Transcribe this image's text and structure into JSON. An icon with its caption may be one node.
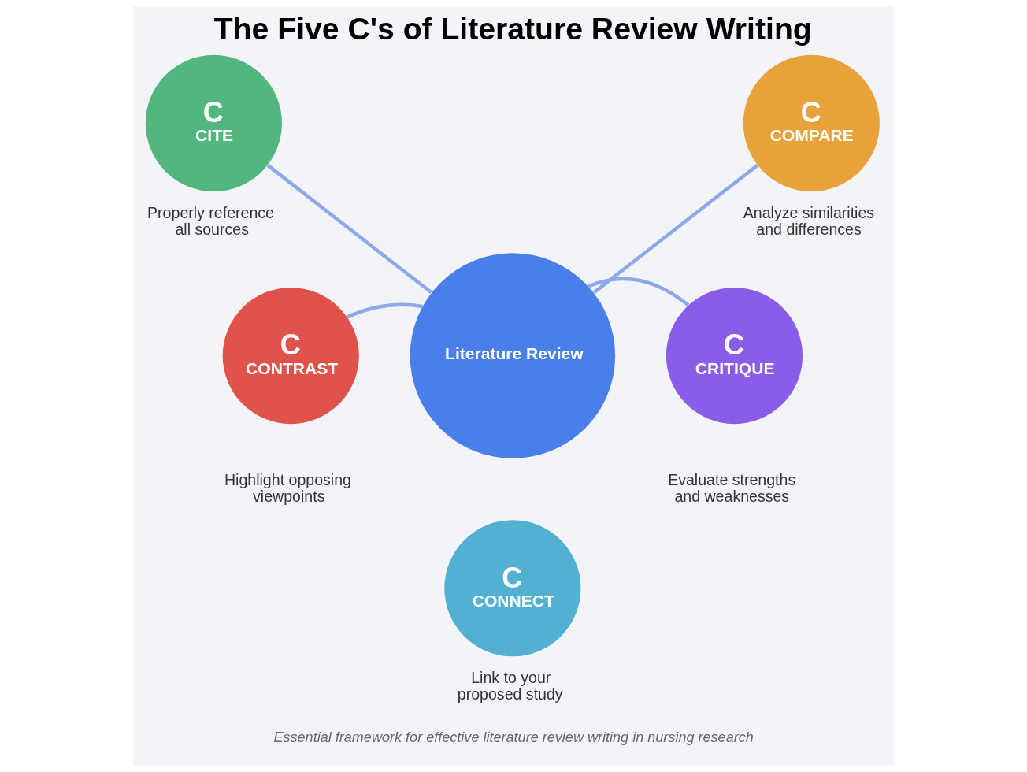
{
  "diagram": {
    "title": "The Five C's of Literature Review Writing",
    "caption": "Essential framework for effective literature review writing in nursing research",
    "nodes": [
      {
        "text": [
          "C",
          "CITE"
        ],
        "beside": [
          "Properly reference all sources"
        ]
      },
      {
        "text": [
          "C",
          "COMPARE"
        ],
        "beside": [
          "Analyze similarities and differences"
        ]
      },
      {
        "text": [
          "Literature Review"
        ]
      },
      {
        "text": [
          "C",
          "CONTRAST"
        ],
        "beside": [
          "Highlight opposing viewpoints"
        ]
      },
      {
        "text": [
          "C",
          "CRITIQUE"
        ],
        "beside": [
          "Evaluate strengths and weaknesses"
        ]
      },
      {
        "text": [
          "C",
          "CONNECT"
        ],
        "beside": [
          "Link to your proposed study"
        ]
      }
    ],
    "edges": [
      {
        "from": 2,
        "to": 0,
        "arrow": "none"
      },
      {
        "from": 2,
        "to": 1,
        "arrow": "none"
      },
      {
        "from": 2,
        "to": 3,
        "arrow": "none"
      },
      {
        "from": 2,
        "to": 4,
        "arrow": "none"
      }
    ]
  }
}
